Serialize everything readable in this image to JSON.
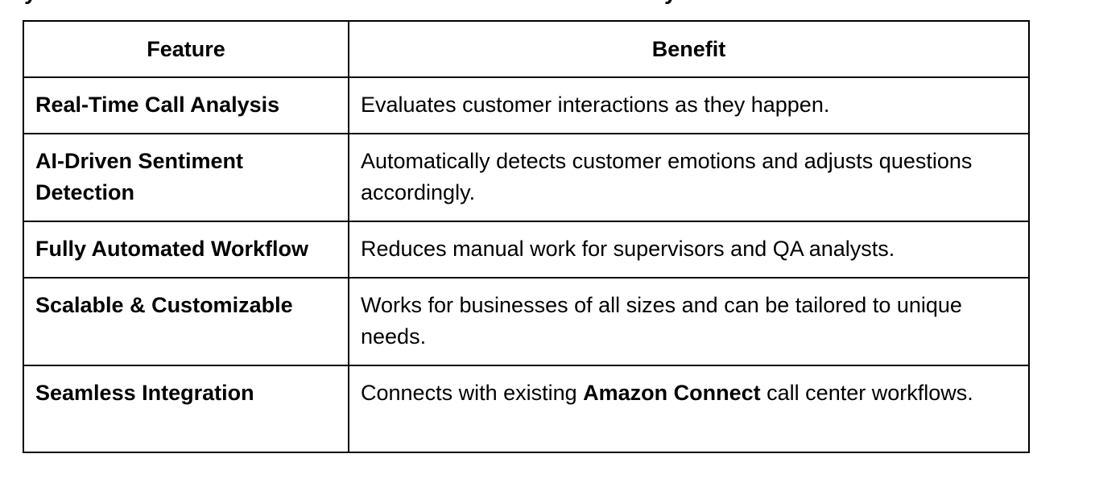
{
  "table": {
    "headers": [
      "Feature",
      "Benefit"
    ],
    "rows": [
      {
        "feature": "Real-Time Call Analysis",
        "benefit": "Evaluates customer interactions as they happen."
      },
      {
        "feature": "AI-Driven Sentiment Detection",
        "benefit": "Automatically detects customer emotions and adjusts questions accordingly."
      },
      {
        "feature": "Fully Automated Workflow",
        "benefit": "Reduces manual work for supervisors and QA analysts."
      },
      {
        "feature": "Scalable & Customizable",
        "benefit": "Works for businesses of all sizes and can be tailored to unique needs."
      },
      {
        "feature": "Seamless Integration",
        "benefit_prefix": "Connects with existing ",
        "benefit_bold": "Amazon Connect",
        "benefit_suffix": " call center workflows."
      }
    ]
  }
}
